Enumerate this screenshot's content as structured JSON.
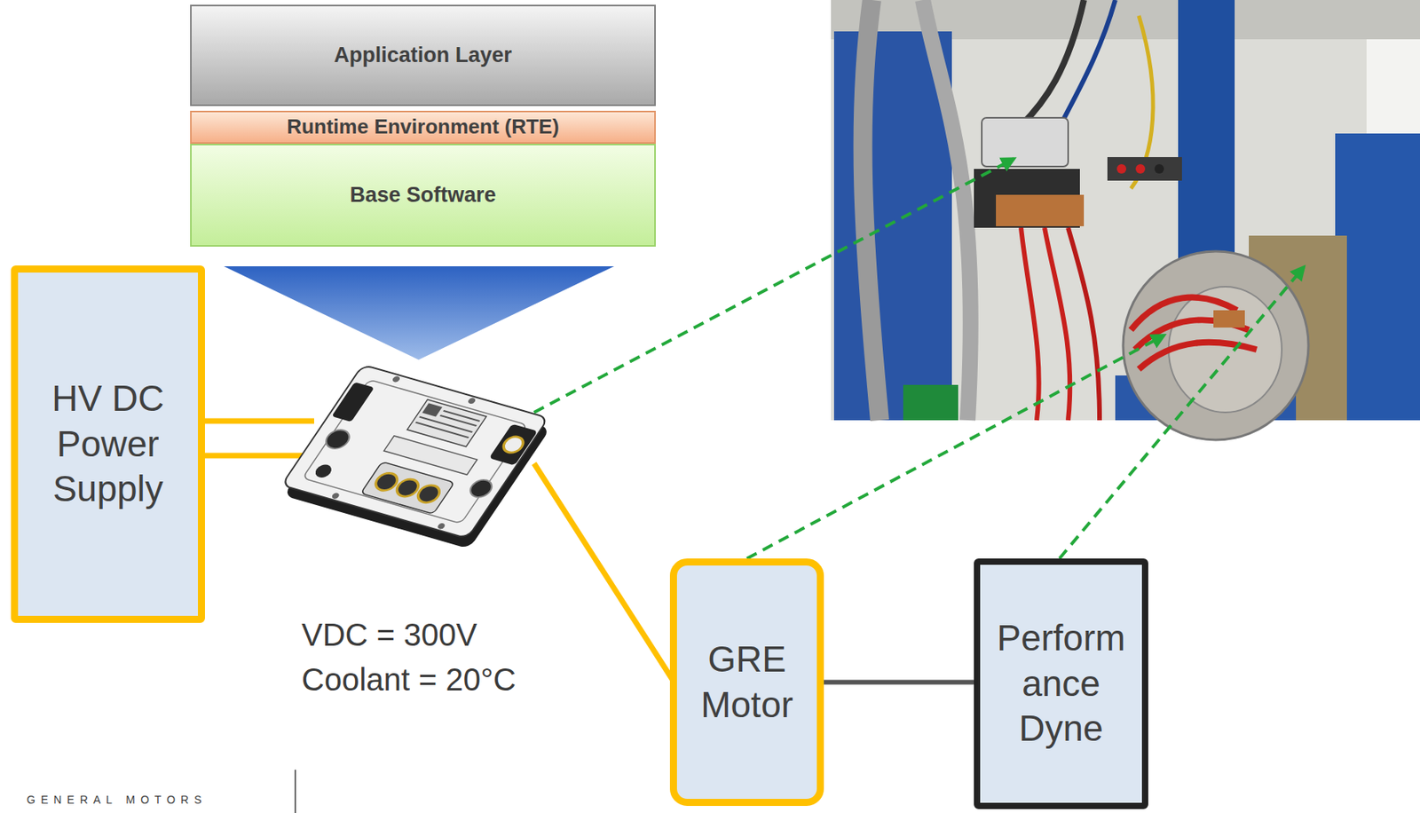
{
  "diagram": {
    "nodes": [
      {
        "text": [
          "Application Layer"
        ]
      },
      {
        "text": [
          "Runtime Environment (RTE)"
        ]
      },
      {
        "text": [
          "Base Software"
        ]
      },
      {
        "text": [
          "HV DC Power Supply"
        ]
      },
      {
        "text": [
          "GRE Motor"
        ]
      },
      {
        "text": [
          "Perform ance Dyne"
        ]
      }
    ],
    "edges": [
      {
        "from": 4,
        "to": 5,
        "arrow": "none"
      }
    ],
    "labels": [
      "VDC = 300V",
      "Coolant = 20°C",
      "GENERAL MOTORS"
    ]
  }
}
